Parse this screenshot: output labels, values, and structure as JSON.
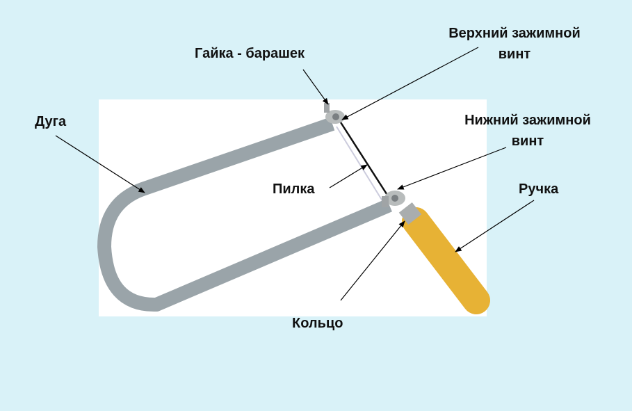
{
  "labels": {
    "wing_nut": "Гайка - барашек",
    "upper_clamp": "Верхний зажимной винт",
    "arc": "Дуга",
    "lower_clamp": "Нижний зажимной винт",
    "blade": "Пилка",
    "handle": "Ручка",
    "ring": "Кольцо"
  },
  "colors": {
    "background": "#d9f2f8",
    "frame": "#9aa4a9",
    "handle": "#e7b235"
  }
}
